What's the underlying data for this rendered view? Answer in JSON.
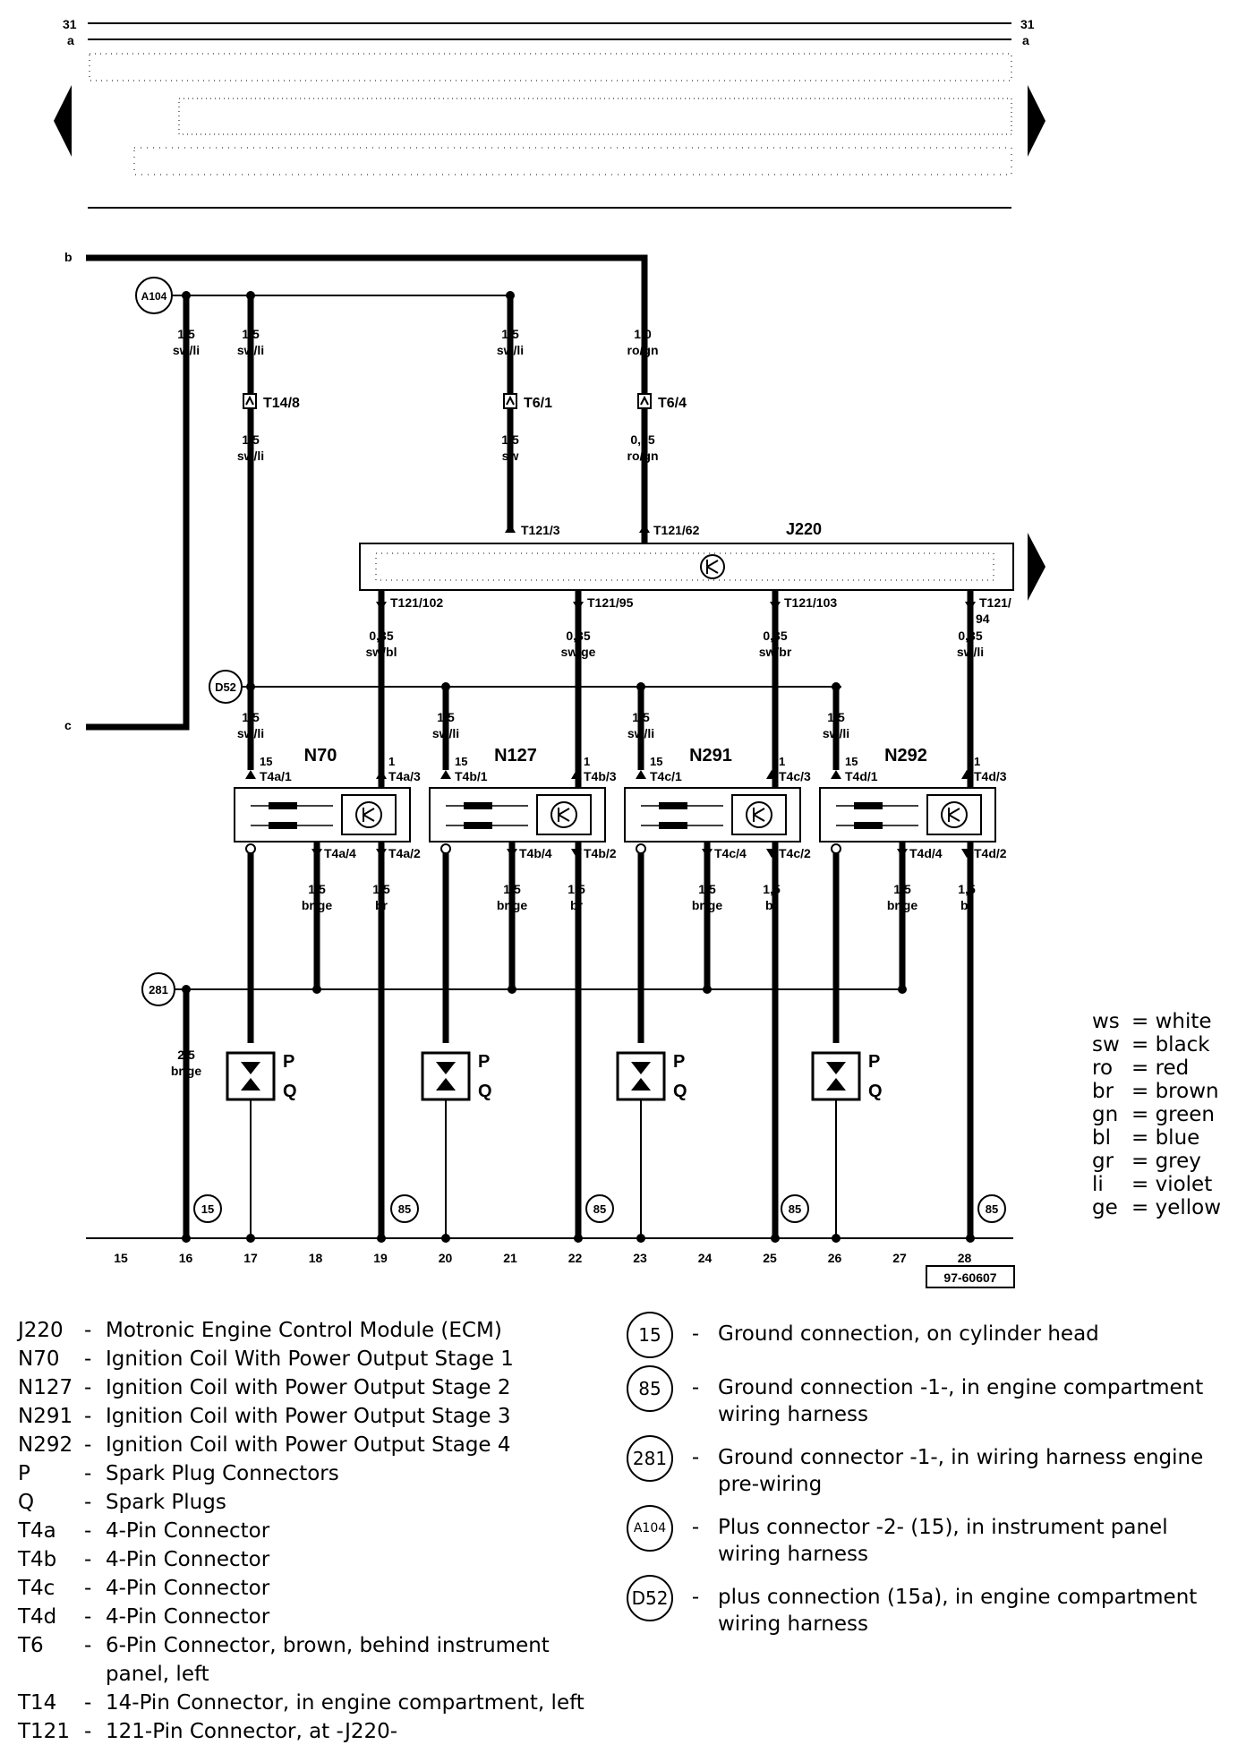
{
  "diagram": {
    "edge_labels": {
      "top_31": "31",
      "top_a": "a",
      "left_b": "b",
      "left_c": "c"
    },
    "nodes": {
      "A104": "A104",
      "D52": "D52",
      "g281": "281",
      "g15": "15",
      "g85": "85"
    },
    "wires": {
      "w1": {
        "size": "1,5",
        "color": "sw/li"
      },
      "w2": {
        "size": "1,5",
        "color": "sw/li"
      },
      "w3": {
        "size": "1,5",
        "color": "sw/li"
      },
      "w4": {
        "size": "1,0",
        "color": "ro/gn"
      },
      "w5": {
        "size": "1,5",
        "color": "sw/li"
      },
      "w6": {
        "size": "1,5",
        "color": "sw"
      },
      "w7": {
        "size": "0,35",
        "color": "ro/gn"
      },
      "ecm1": {
        "size": "0,35",
        "color": "sw/bl"
      },
      "ecm2": {
        "size": "0,35",
        "color": "sw/ge"
      },
      "ecm3": {
        "size": "0,35",
        "color": "sw/br"
      },
      "ecm4": {
        "size": "0,35",
        "color": "sw/li"
      },
      "feed": {
        "size": "1,5",
        "color": "sw/li"
      },
      "brge": {
        "size": "1,5",
        "color": "br/ge"
      },
      "br": {
        "size": "1,5",
        "color": "br"
      },
      "gnd": {
        "size": "2,5",
        "color": "br/ge"
      }
    },
    "connectors": {
      "t14": "T14/8",
      "t6_1": "T6/1",
      "t6_4": "T6/4"
    },
    "ecm": {
      "label": "J220",
      "pins_in": [
        "T121/3",
        "T121/62"
      ],
      "pins_out": [
        "T121/102",
        "T121/95",
        "T121/103",
        "T121/"
      ],
      "pin_extra": "94"
    },
    "coils": [
      {
        "label": "N70",
        "pin15": "15",
        "pin1": "1",
        "p1": "T4a/1",
        "p3": "T4a/3",
        "p4": "T4a/4",
        "p2": "T4a/2"
      },
      {
        "label": "N127",
        "pin15": "15",
        "pin1": "1",
        "p1": "T4b/1",
        "p3": "T4b/3",
        "p4": "T4b/4",
        "p2": "T4b/2"
      },
      {
        "label": "N291",
        "pin15": "15",
        "pin1": "1",
        "p1": "T4c/1",
        "p3": "T4c/3",
        "p4": "T4c/4",
        "p2": "T4c/2"
      },
      {
        "label": "N292",
        "pin15": "15",
        "pin1": "1",
        "p1": "T4d/1",
        "p3": "T4d/3",
        "p4": "T4d/4",
        "p2": "T4d/2"
      }
    ],
    "plug_labels": {
      "p": "P",
      "q": "Q"
    },
    "columns": [
      "15",
      "16",
      "17",
      "18",
      "19",
      "20",
      "21",
      "22",
      "23",
      "24",
      "25",
      "26",
      "27",
      "28"
    ],
    "ref_code": "97-60607"
  },
  "color_key": [
    {
      "abbr": "ws",
      "name": "= white"
    },
    {
      "abbr": "sw",
      "name": "= black"
    },
    {
      "abbr": "ro",
      "name": "= red"
    },
    {
      "abbr": "br",
      "name": "= brown"
    },
    {
      "abbr": "gn",
      "name": "= green"
    },
    {
      "abbr": "bl",
      "name": "= blue"
    },
    {
      "abbr": "gr",
      "name": "= grey"
    },
    {
      "abbr": "li",
      "name": "= violet"
    },
    {
      "abbr": "ge",
      "name": "= yellow"
    }
  ],
  "legend": [
    {
      "code": "J220",
      "dash": "-",
      "text": "Motronic Engine Control Module (ECM)"
    },
    {
      "code": "N70",
      "dash": "-",
      "text": "Ignition Coil With Power Output Stage 1"
    },
    {
      "code": "N127",
      "dash": "-",
      "text": "Ignition Coil with Power Output Stage 2"
    },
    {
      "code": "N291",
      "dash": "-",
      "text": "Ignition Coil with Power Output Stage 3"
    },
    {
      "code": "N292",
      "dash": "-",
      "text": "Ignition Coil with Power Output Stage 4"
    },
    {
      "code": "P",
      "dash": "-",
      "text": "Spark Plug Connectors"
    },
    {
      "code": "Q",
      "dash": "-",
      "text": "Spark Plugs"
    },
    {
      "code": "T4a",
      "dash": "-",
      "text": "4-Pin Connector"
    },
    {
      "code": "T4b",
      "dash": "-",
      "text": "4-Pin Connector"
    },
    {
      "code": "T4c",
      "dash": "-",
      "text": "4-Pin Connector"
    },
    {
      "code": "T4d",
      "dash": "-",
      "text": "4-Pin Connector"
    },
    {
      "code": "T6",
      "dash": "-",
      "text": "6-Pin Connector, brown, behind instrument panel, left"
    },
    {
      "code": "T14",
      "dash": "-",
      "text": "14-Pin Connector, in engine compartment, left"
    },
    {
      "code": "T121",
      "dash": "-",
      "text": "121-Pin Connector, at -J220-"
    }
  ],
  "grounds": [
    {
      "sym": "15",
      "dash": "-",
      "text": "Ground connection, on cylinder head"
    },
    {
      "sym": "85",
      "dash": "-",
      "text": "Ground connection -1-, in engine compartment wiring harness"
    },
    {
      "sym": "281",
      "dash": "-",
      "text": "Ground connector -1-, in wiring harness engine pre-wiring"
    },
    {
      "sym": "A104",
      "dash": "-",
      "text": "Plus connector -2- (15), in instrument panel wiring harness"
    },
    {
      "sym": "D52",
      "dash": "-",
      "text": "plus connection (15a), in engine compartment wiring harness"
    }
  ]
}
